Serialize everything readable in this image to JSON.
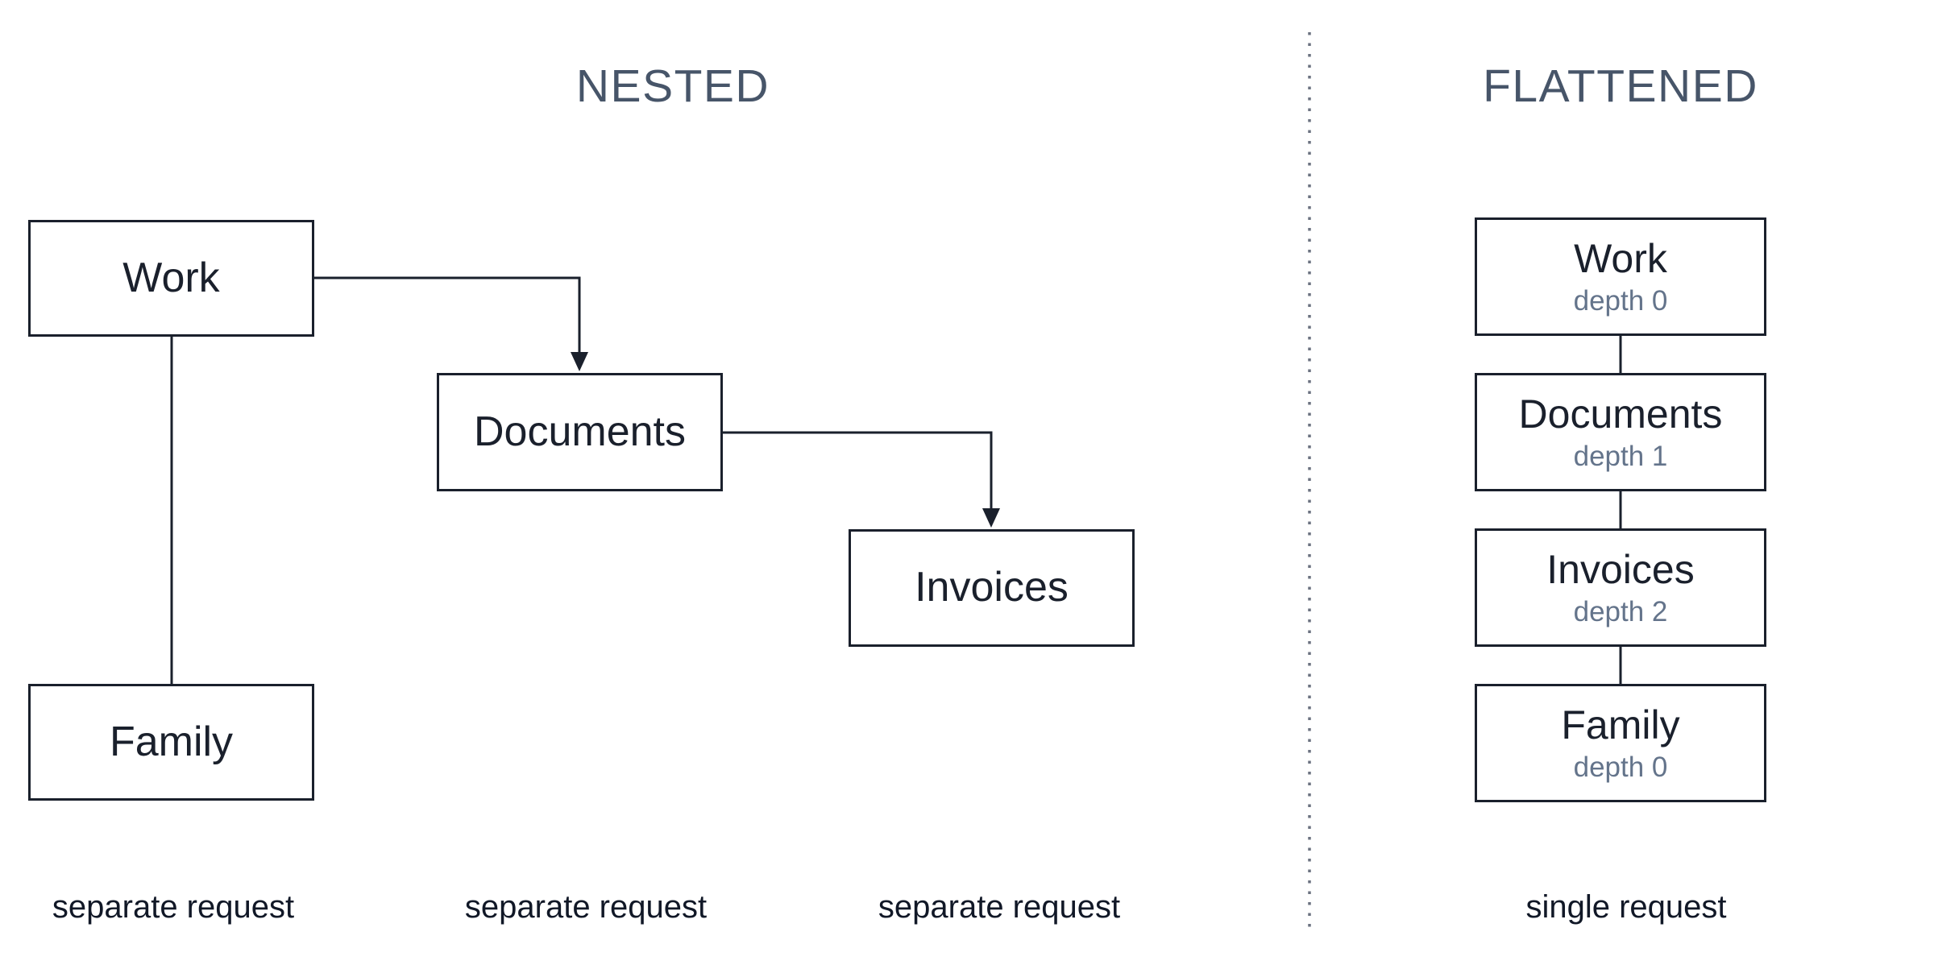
{
  "nested": {
    "title": "NESTED",
    "nodes": [
      {
        "label": "Work"
      },
      {
        "label": "Documents"
      },
      {
        "label": "Invoices"
      },
      {
        "label": "Family"
      }
    ],
    "captions": [
      "separate request",
      "separate request",
      "separate request"
    ]
  },
  "flattened": {
    "title": "FLATTENED",
    "nodes": [
      {
        "label": "Work",
        "depth": "depth 0"
      },
      {
        "label": "Documents",
        "depth": "depth 1"
      },
      {
        "label": "Invoices",
        "depth": "depth 2"
      },
      {
        "label": "Family",
        "depth": "depth 0"
      }
    ],
    "caption": "single request"
  },
  "colors": {
    "ink": "#1a202c",
    "section_title": "#475569",
    "depth_text": "#64748b",
    "divider_dots": "#6b7280",
    "background": "#ffffff"
  }
}
